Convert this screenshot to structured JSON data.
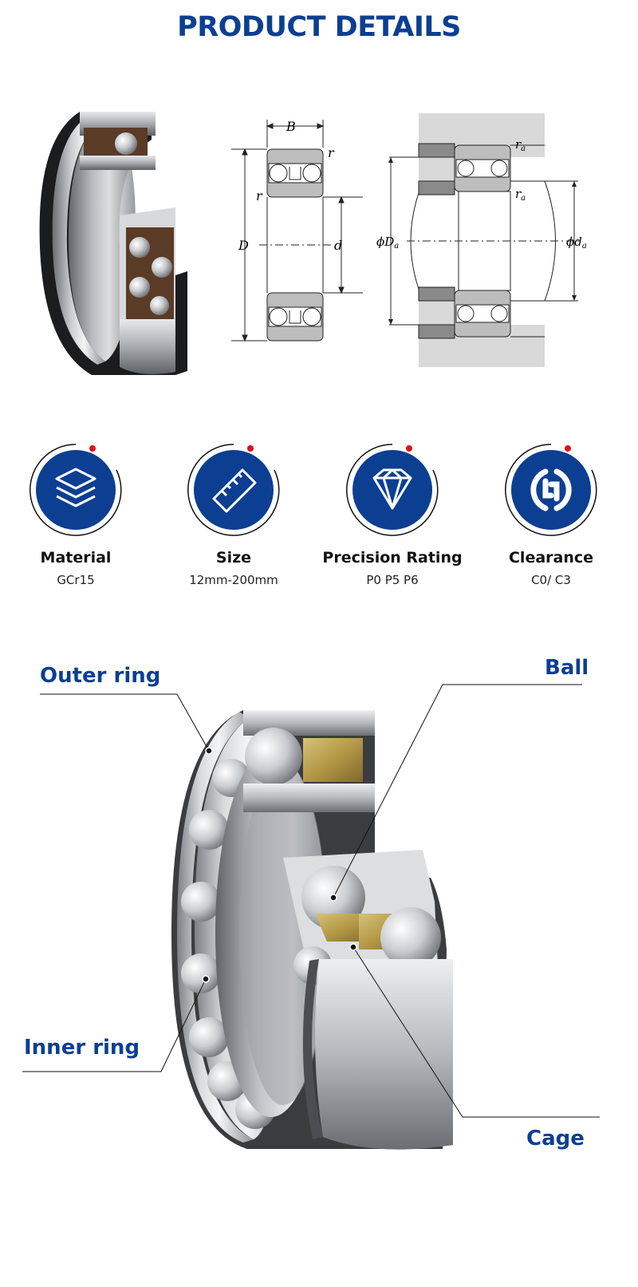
{
  "page": {
    "title": "PRODUCT DETAILS"
  },
  "drawing_left": {
    "B": "B",
    "r_top": "r",
    "r_left": "r",
    "D": "D",
    "d": "d"
  },
  "drawing_right": {
    "ra_top": "r",
    "ra_top_sub": "a",
    "ra_mid": "r",
    "ra_mid_sub": "a",
    "Da": "ϕD",
    "Da_sub": "a",
    "da": "ϕd",
    "da_sub": "a"
  },
  "specs": [
    {
      "label": "Material",
      "value": "GCr15",
      "icon": "layers-icon"
    },
    {
      "label": "Size",
      "value": "12mm-200mm",
      "icon": "ruler-icon"
    },
    {
      "label": "Precision Rating",
      "value": "P0 P5 P6",
      "icon": "diamond-icon"
    },
    {
      "label": "Clearance",
      "value": "C0/ C3",
      "icon": "clearance-icon"
    }
  ],
  "callouts": {
    "outer_ring": "Outer ring",
    "ball": "Ball",
    "inner_ring": "Inner ring",
    "cage": "Cage"
  },
  "colors": {
    "brand": "#0c3f92",
    "accent_dot": "#e0101a",
    "cage_brass": "#b59a45",
    "cage_brown": "#5a3b26"
  }
}
